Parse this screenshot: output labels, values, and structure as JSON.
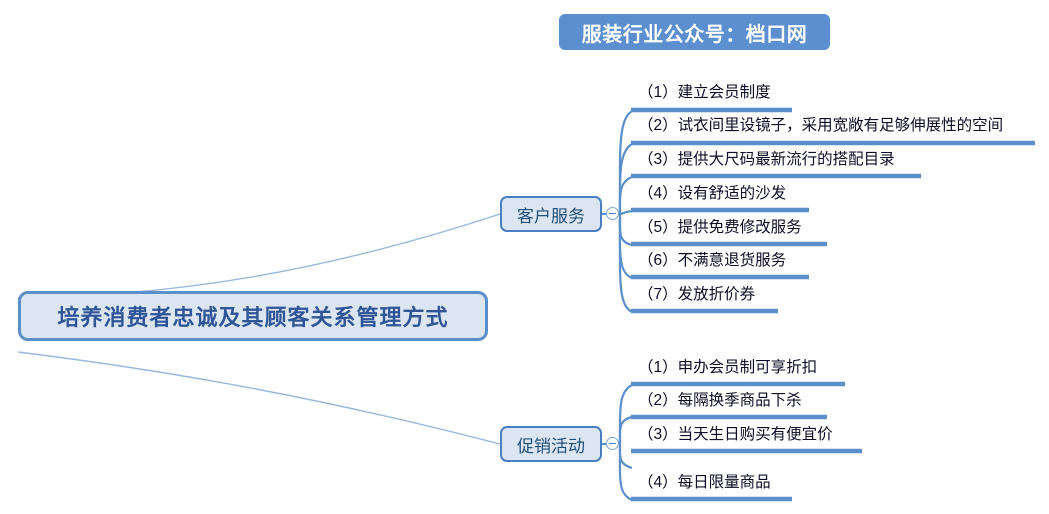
{
  "banner": {
    "text": "服装行业公众号：档口网",
    "bg_color": "#5b8fcf",
    "text_color": "#ffffff"
  },
  "root": {
    "text": "培养消费者忠诚及其顾客关系管理方式",
    "fill_color": "#dce6f2",
    "border_color": "#5b8fc9",
    "text_color": "#2f5597"
  },
  "colors": {
    "accent": "#5b8fc9",
    "underline": "#5b8fc9",
    "connector": "#9ab8dd",
    "node_fill": "#dce6f2",
    "node_border": "#4a7fc1",
    "node_text": "#1f4e79",
    "leaf_text": "#0d0d26",
    "background": "#ffffff"
  },
  "branches": [
    {
      "id": "service",
      "label": "客户服务",
      "collapse_state": "expanded",
      "collapse_glyph": "minus",
      "items": [
        {
          "num": "（1）",
          "text": "建立会员制度"
        },
        {
          "num": "（2）",
          "text": "试衣间里设镜子，采用宽敞有足够伸展性的空间"
        },
        {
          "num": "（3）",
          "text": "提供大尺码最新流行的搭配目录"
        },
        {
          "num": "（4）",
          "text": "设有舒适的沙发"
        },
        {
          "num": "（5）",
          "text": "提供免费修改服务"
        },
        {
          "num": "（6）",
          "text": "不满意退货服务"
        },
        {
          "num": "（7）",
          "text": "发放折价券"
        }
      ]
    },
    {
      "id": "promo",
      "label": "促销活动",
      "collapse_state": "expanded",
      "collapse_glyph": "minus",
      "items": [
        {
          "num": "（1）",
          "text": "申办会员制可享折扣"
        },
        {
          "num": "（2）",
          "text": "每隔换季商品下杀"
        },
        {
          "num": "（3）",
          "text": "当天生日购买有便宜价"
        },
        {
          "num": "（4）",
          "text": "每日限量商品"
        }
      ]
    }
  ]
}
